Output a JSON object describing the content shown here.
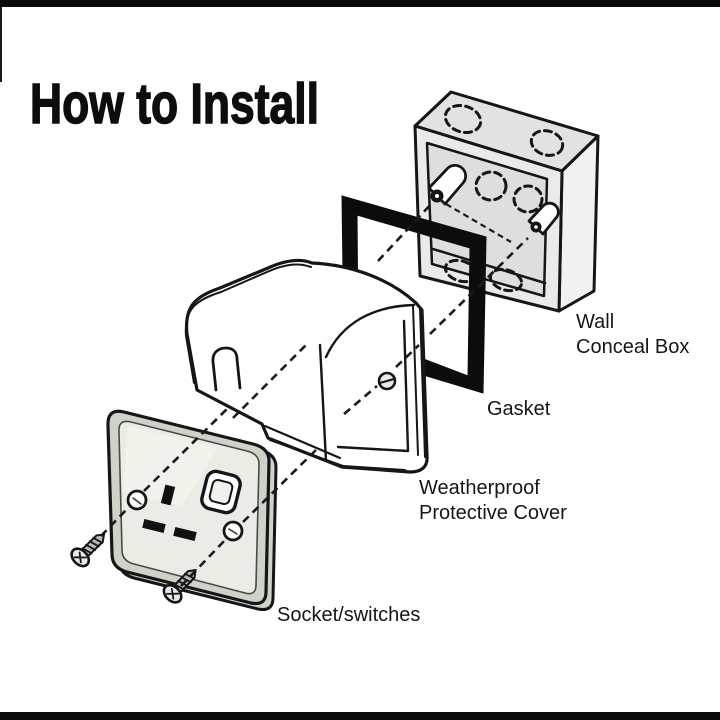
{
  "title": "How to Install",
  "labels": {
    "wall_box": {
      "line1": "Wall",
      "line2": "Conceal Box"
    },
    "gasket": "Gasket",
    "cover": {
      "line1": "Weatherproof",
      "line2": "Protective Cover"
    },
    "socket": "Socket/switches"
  },
  "colors": {
    "background": "#ffffff",
    "ink": "#161616",
    "border_bar": "#0a0a0a",
    "gasket_fill": "#0c0c0c",
    "box_top_face": "#e2e2e2",
    "box_front_face": "#eaeaea",
    "box_right_face": "#f1f1f1",
    "box_interior": "#dedede",
    "plate_edge_band": "#cdd3c7",
    "plate_face": "#eaece5",
    "cover_fill": "#ffffff"
  }
}
